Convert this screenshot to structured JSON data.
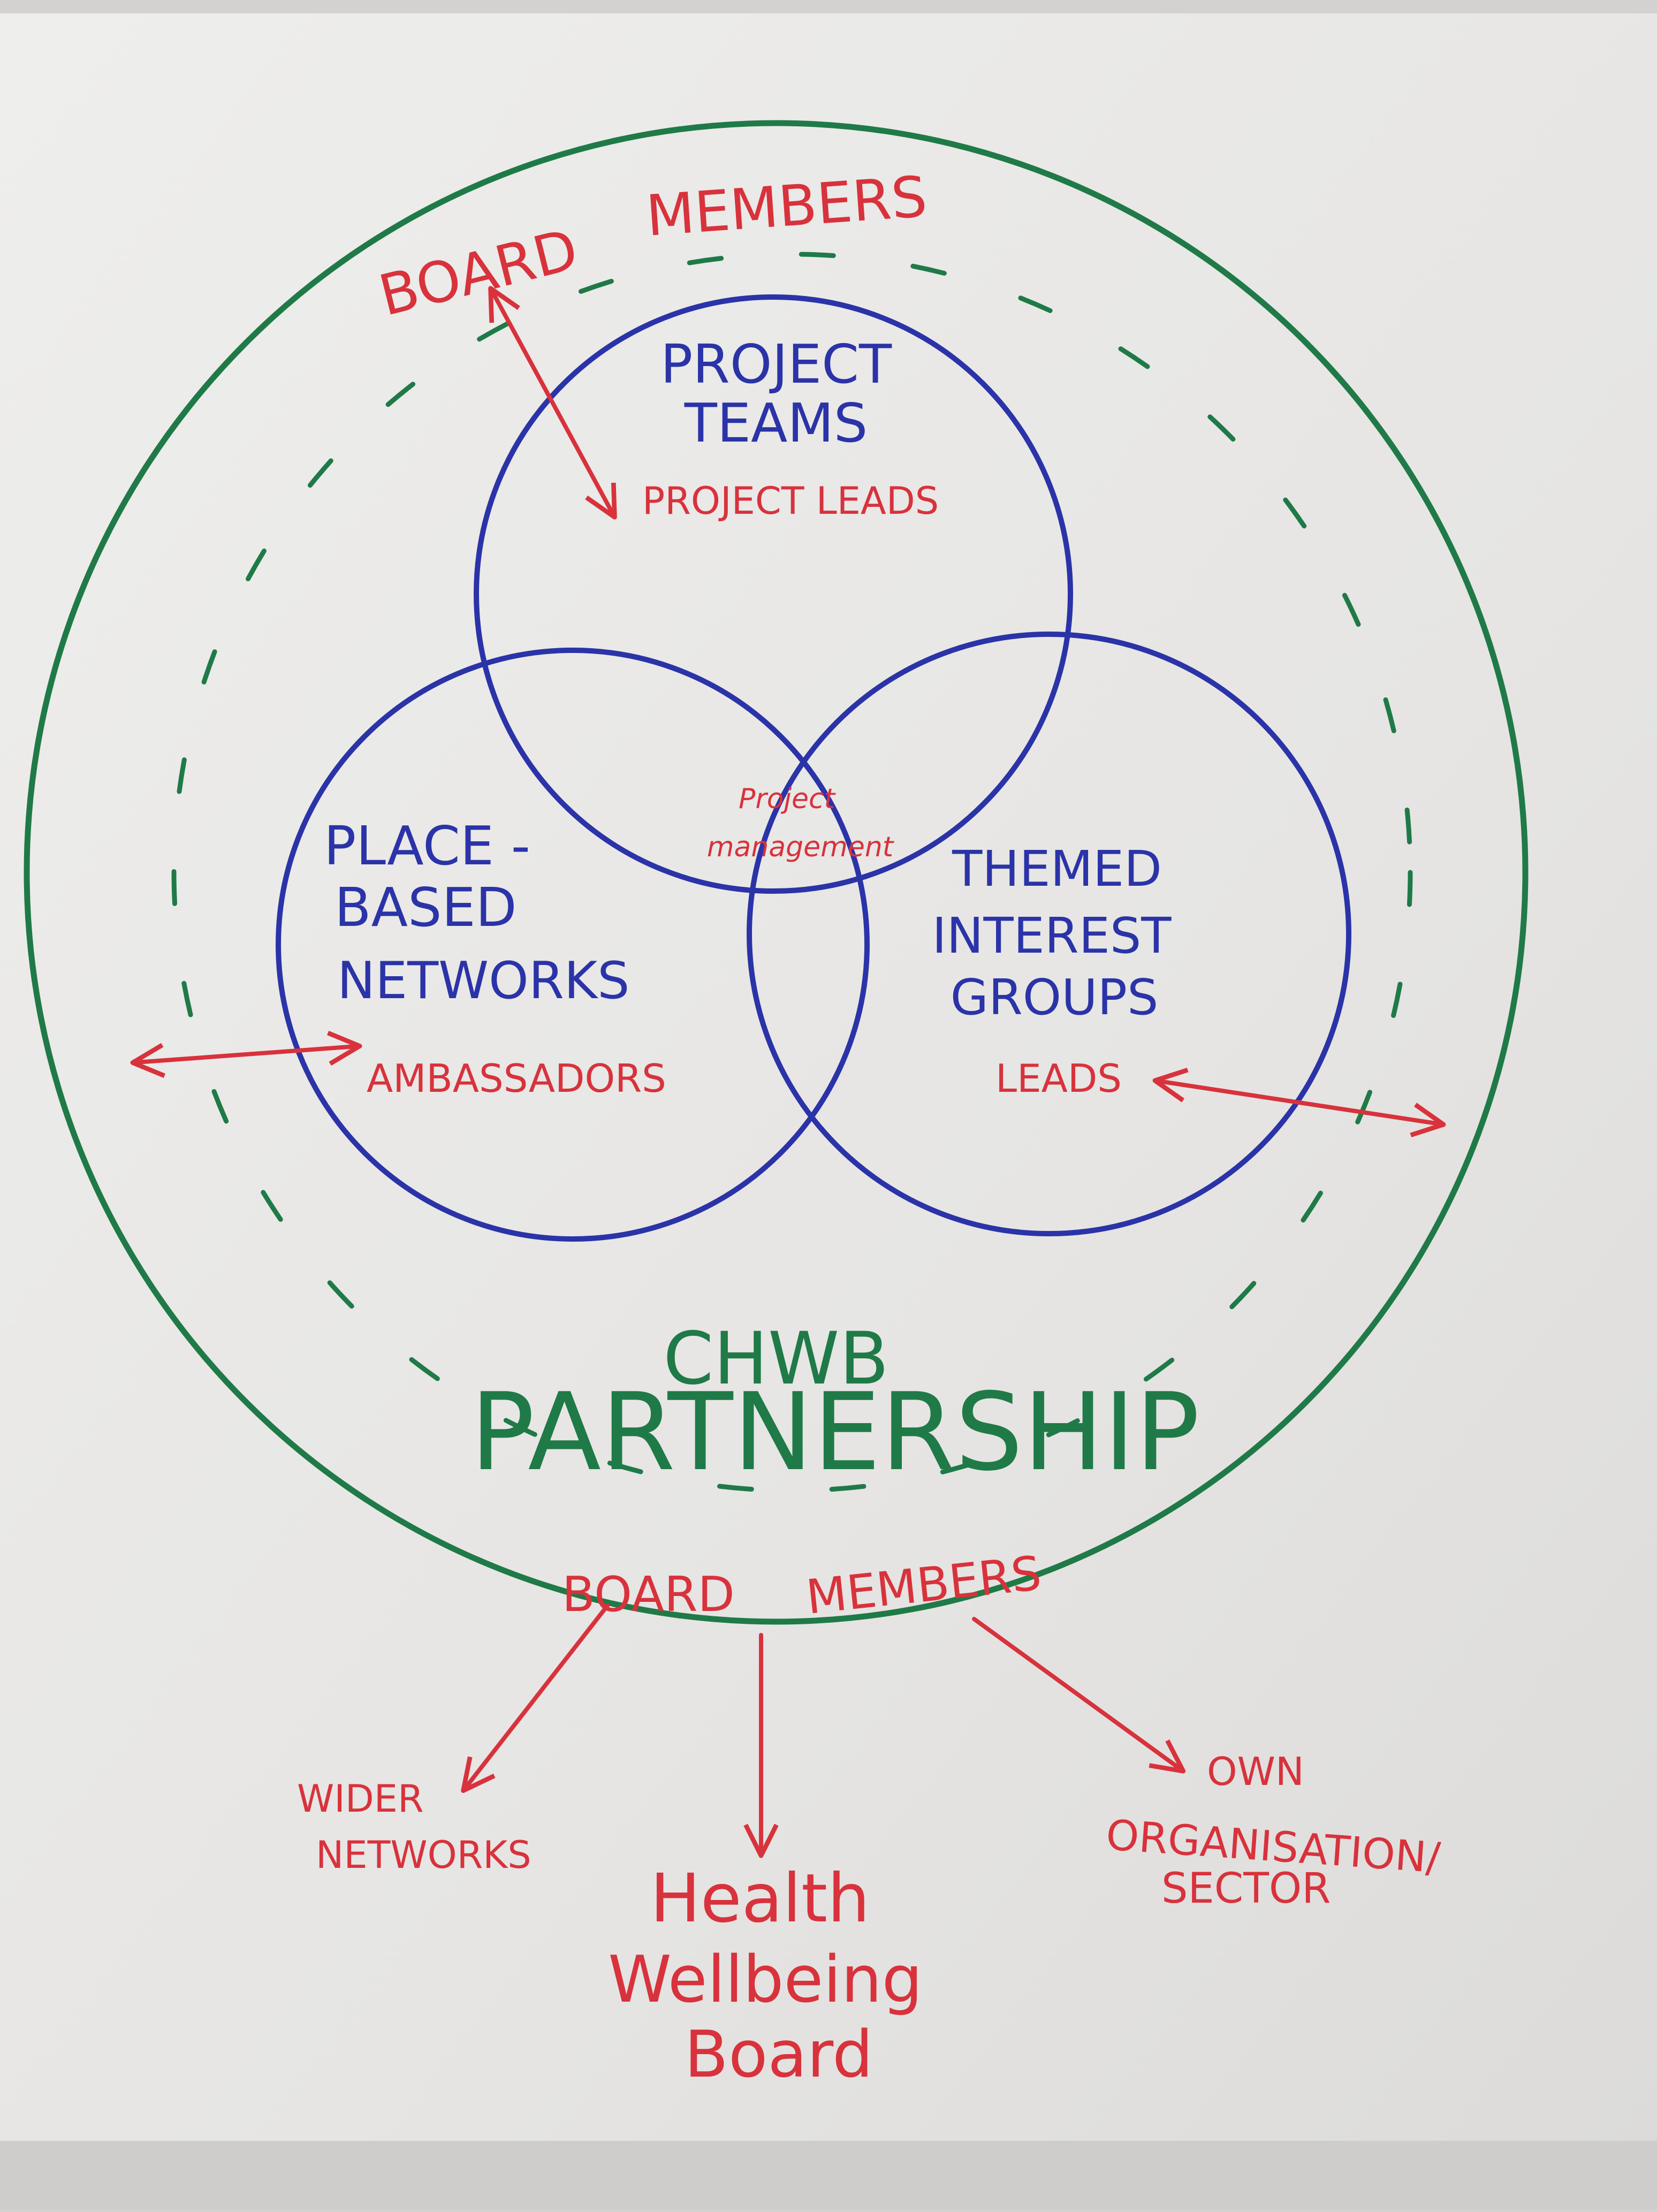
{
  "outer_circle": {
    "title_line1": "CHWB",
    "title_line2": "PARTNERSHIP"
  },
  "board_members_top": {
    "word1": "BOARD",
    "word2": "MEMBERS"
  },
  "board_members_bottom": {
    "word1": "BOARD",
    "word2": "MEMBERS"
  },
  "circles": {
    "project_teams": {
      "line1": "PROJECT",
      "line2": "TEAMS",
      "role": "PROJECT LEADS"
    },
    "place_based": {
      "line1": "PLACE -",
      "line2": "BASED",
      "line3": "NETWORKS",
      "role": "AMBASSADORS"
    },
    "themed_interest": {
      "line1": "THEMED",
      "line2": "INTEREST",
      "line3": "GROUPS",
      "role": "LEADS"
    },
    "center": {
      "line1": "Project",
      "line2": "management"
    }
  },
  "outputs": {
    "wider_networks": {
      "line1": "WIDER",
      "line2": "NETWORKS"
    },
    "health_board": {
      "line1": "Health",
      "line2": "Wellbeing",
      "line3": "Board"
    },
    "own_org": {
      "line1": "OWN",
      "line2": "ORGANISATION/",
      "line3": "SECTOR"
    }
  },
  "colors": {
    "paper": "#ececea",
    "green": "#1f7a47",
    "blue": "#2b33a8",
    "red": "#d8323c"
  }
}
